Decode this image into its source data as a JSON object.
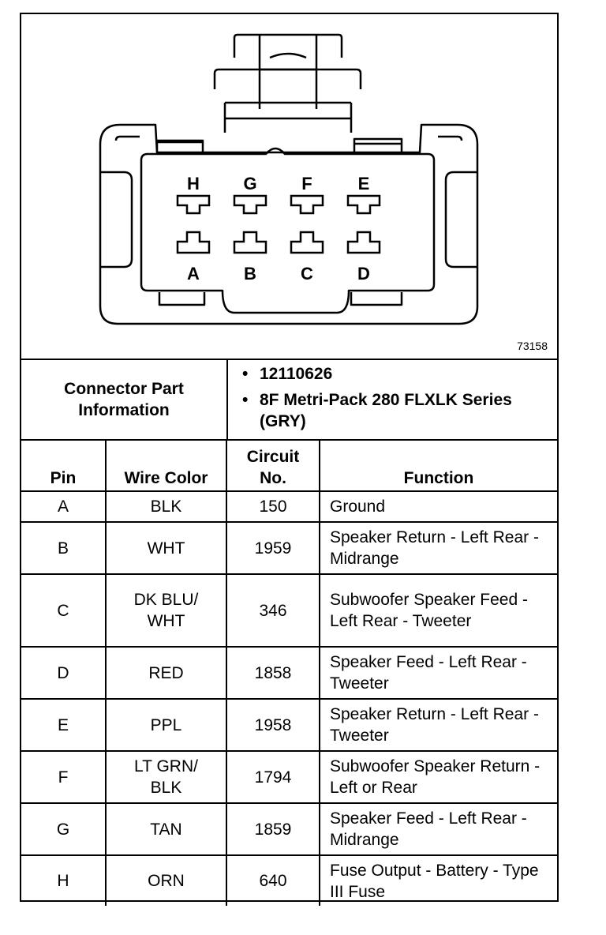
{
  "figure_id": "73158",
  "connector_pins": {
    "top": [
      "H",
      "G",
      "F",
      "E"
    ],
    "bottom": [
      "A",
      "B",
      "C",
      "D"
    ]
  },
  "connector_info": {
    "label": "Connector Part Information",
    "items": [
      "12110626",
      "8F Metri-Pack 280 FLXLK Series (GRY)"
    ]
  },
  "table": {
    "headers": {
      "pin": "Pin",
      "wire_color": "Wire Color",
      "circuit": "Circuit No.",
      "function": "Function"
    },
    "rows": [
      {
        "pin": "A",
        "wire": "BLK",
        "circuit": "150",
        "function": "Ground"
      },
      {
        "pin": "B",
        "wire": "WHT",
        "circuit": "1959",
        "function": "Speaker Return - Left Rear - Midrange"
      },
      {
        "pin": "C",
        "wire": "DK BLU/ WHT",
        "circuit": "346",
        "function": "Subwoofer Speaker Feed - Left Rear - Tweeter"
      },
      {
        "pin": "D",
        "wire": "RED",
        "circuit": "1858",
        "function": "Speaker Feed - Left Rear - Tweeter"
      },
      {
        "pin": "E",
        "wire": "PPL",
        "circuit": "1958",
        "function": "Speaker Return - Left Rear - Tweeter"
      },
      {
        "pin": "F",
        "wire": "LT GRN/ BLK",
        "circuit": "1794",
        "function": "Subwoofer Speaker Return - Left or Rear"
      },
      {
        "pin": "G",
        "wire": "TAN",
        "circuit": "1859",
        "function": "Speaker Feed - Left Rear - Midrange"
      },
      {
        "pin": "H",
        "wire": "ORN",
        "circuit": "640",
        "function": "Fuse Output - Battery - Type III Fuse"
      }
    ]
  }
}
